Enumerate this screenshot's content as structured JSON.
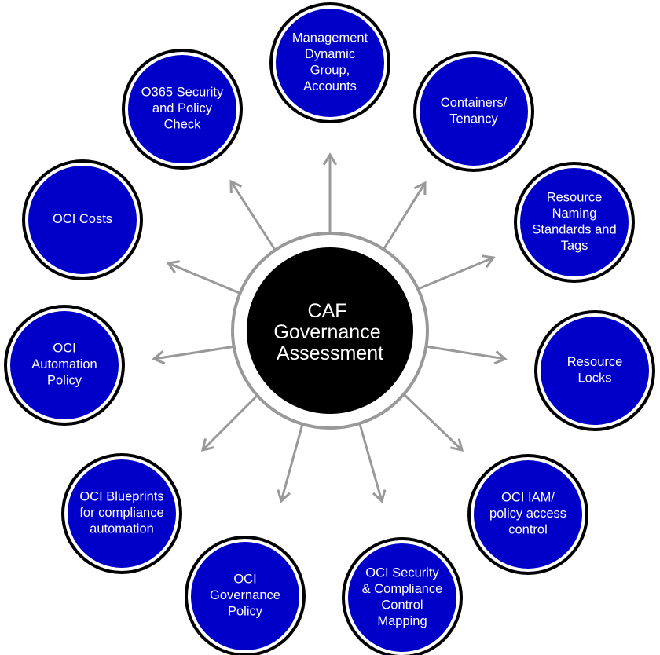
{
  "colors": {
    "node_fill": "#0000c8",
    "node_ring": "#000000",
    "node_halo": "#ffffff",
    "center_fill": "#000000",
    "center_ring": "#999999",
    "arrow": "#999999",
    "text": "#ffffff"
  },
  "center": {
    "lines": [
      "CAF",
      "Governance",
      "Assessment"
    ]
  },
  "nodes": [
    {
      "id": "management-dynamic-group",
      "lines": [
        "Management",
        "Dynamic",
        "Group,",
        "Accounts"
      ]
    },
    {
      "id": "containers-tenancy",
      "lines": [
        "Containers/",
        "Tenancy"
      ]
    },
    {
      "id": "resource-naming",
      "lines": [
        "Resource",
        "Naming",
        "Standards and",
        "Tags"
      ]
    },
    {
      "id": "resource-locks",
      "lines": [
        "Resource",
        "Locks"
      ]
    },
    {
      "id": "oci-iam",
      "lines": [
        "OCI IAM/",
        "policy access",
        "control"
      ]
    },
    {
      "id": "oci-security-compliance",
      "lines": [
        "OCI Security",
        "& Compliance",
        "Control",
        "Mapping"
      ]
    },
    {
      "id": "oci-governance-policy",
      "lines": [
        "OCI",
        "Governance",
        "Policy"
      ]
    },
    {
      "id": "oci-blueprints",
      "lines": [
        "OCI Blueprints",
        "for compliance",
        "automation"
      ]
    },
    {
      "id": "oci-automation-policy",
      "lines": [
        "OCI",
        "Automation",
        "Policy"
      ]
    },
    {
      "id": "oci-costs",
      "lines": [
        "OCI Costs"
      ]
    },
    {
      "id": "o365-security",
      "lines": [
        "O365 Security",
        "and Policy",
        "Check"
      ]
    }
  ]
}
